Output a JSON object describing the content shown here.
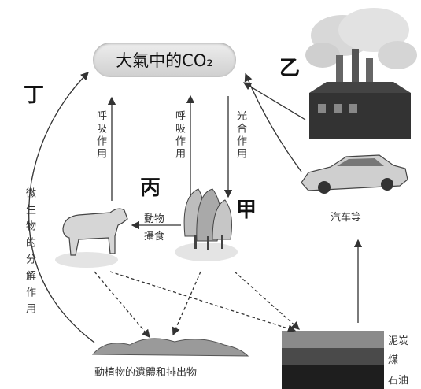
{
  "atmosphere": {
    "label": "大氣中的CO₂"
  },
  "markers": {
    "ding": "丁",
    "yi": "乙",
    "bing": "丙",
    "jia": "甲"
  },
  "processes": {
    "animal_respiration": "呼吸作用",
    "plant_respiration": "呼吸作用",
    "photosynthesis": "光合作用",
    "animal_feeding": "動物攝食",
    "decomposition": "微生物的分解作用"
  },
  "sources": {
    "cars": "汽车等"
  },
  "deposits": {
    "remains": "動植物的遺體和排出物",
    "peat": "泥炭",
    "coal": "煤",
    "oil": "石油"
  },
  "colors": {
    "ink": "#333333",
    "cloud": "#d9d9d9",
    "soil": "#2a2a2a"
  }
}
